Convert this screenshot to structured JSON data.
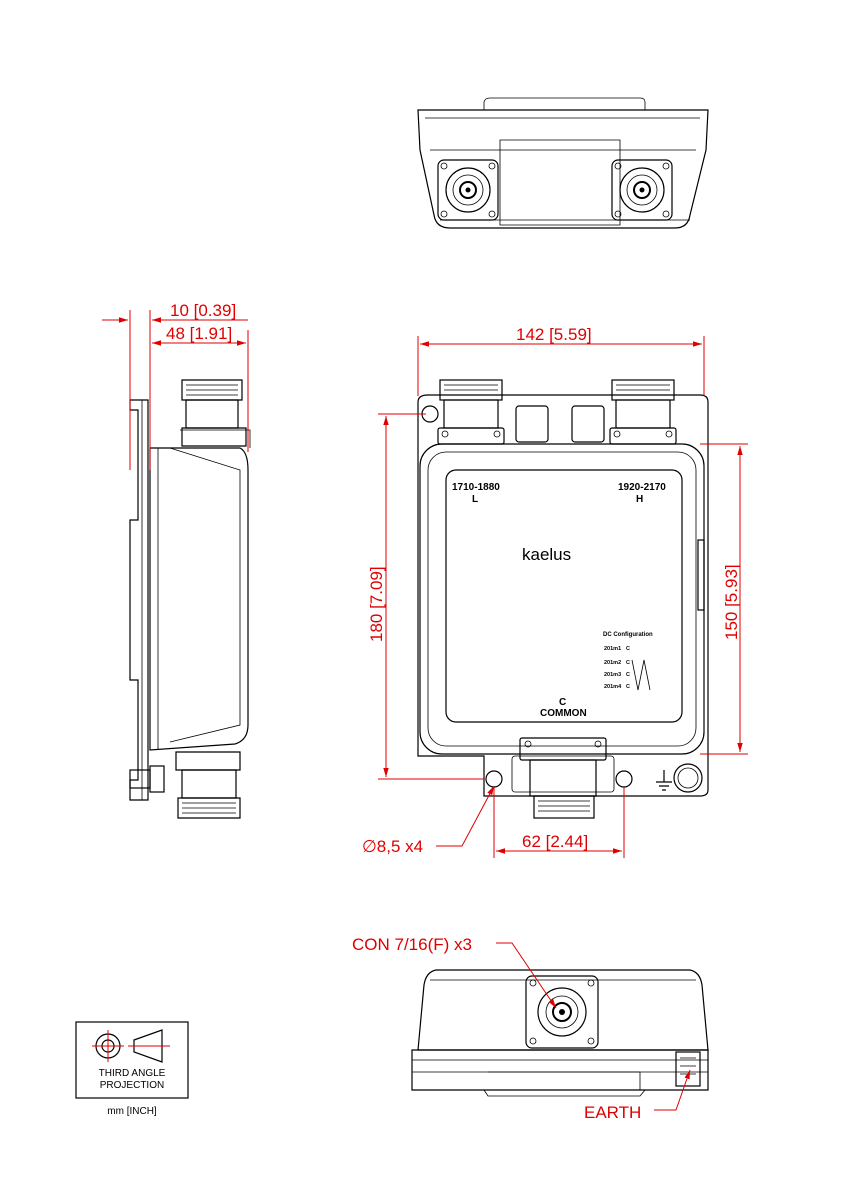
{
  "colors": {
    "dimension": "#e00000",
    "line": "#000000",
    "background": "#ffffff"
  },
  "dimensions": {
    "flange_offset": "10 [0.39]",
    "side_depth": "48 [1.91]",
    "overall_width": "142 [5.59]",
    "overall_height": "180 [7.09]",
    "body_height": "150 [5.93]",
    "hole_spacing": "62 [2.44]",
    "mounting_holes": "∅8,5 x4"
  },
  "callouts": {
    "connector": "CON 7/16(F) x3",
    "earth": "EARTH"
  },
  "panel": {
    "port_l_freq": "1710-1880",
    "port_l_letter": "L",
    "port_h_freq": "1920-2170",
    "port_h_letter": "H",
    "brand": "kaelus",
    "common_letter": "C",
    "common_label": "COMMON",
    "dc_title": "DC Configuration",
    "dc_rows": [
      "201m1",
      "201m2",
      "201m3",
      "201m4"
    ],
    "dc_row_letter": "C"
  },
  "projection_box": {
    "line1": "THIRD ANGLE",
    "line2": "PROJECTION",
    "units": "mm [INCH]"
  },
  "icons": [
    "ground-icon",
    "third-angle-projection-icon",
    "connector-7-16-icon"
  ]
}
